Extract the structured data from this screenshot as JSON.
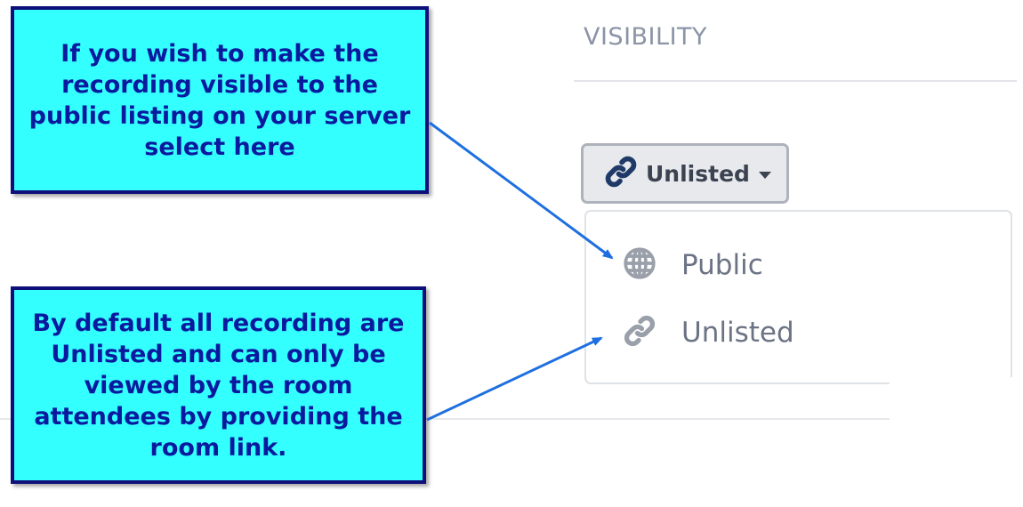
{
  "table": {
    "visibility_header": "VISIBILITY"
  },
  "visibility_button": {
    "label": "Unlisted",
    "icon": "link-icon"
  },
  "dropdown": {
    "items": [
      {
        "label": "Public",
        "icon": "globe-icon"
      },
      {
        "label": "Unlisted",
        "icon": "link-icon"
      }
    ]
  },
  "callouts": {
    "public_hint": "If you wish to make the recording visible to the public listing on your server select here",
    "unlisted_hint": "By default all recording are Unlisted and can only be viewed by the room attendees by providing the room link."
  },
  "colors": {
    "callout_fill": "#33ffff",
    "callout_border": "#0f0f7a",
    "callout_text": "#0a1a9e",
    "arrow": "#1e6fe0",
    "link_icon_button": "#1f3a68",
    "menu_icon": "#9aa0aa"
  }
}
